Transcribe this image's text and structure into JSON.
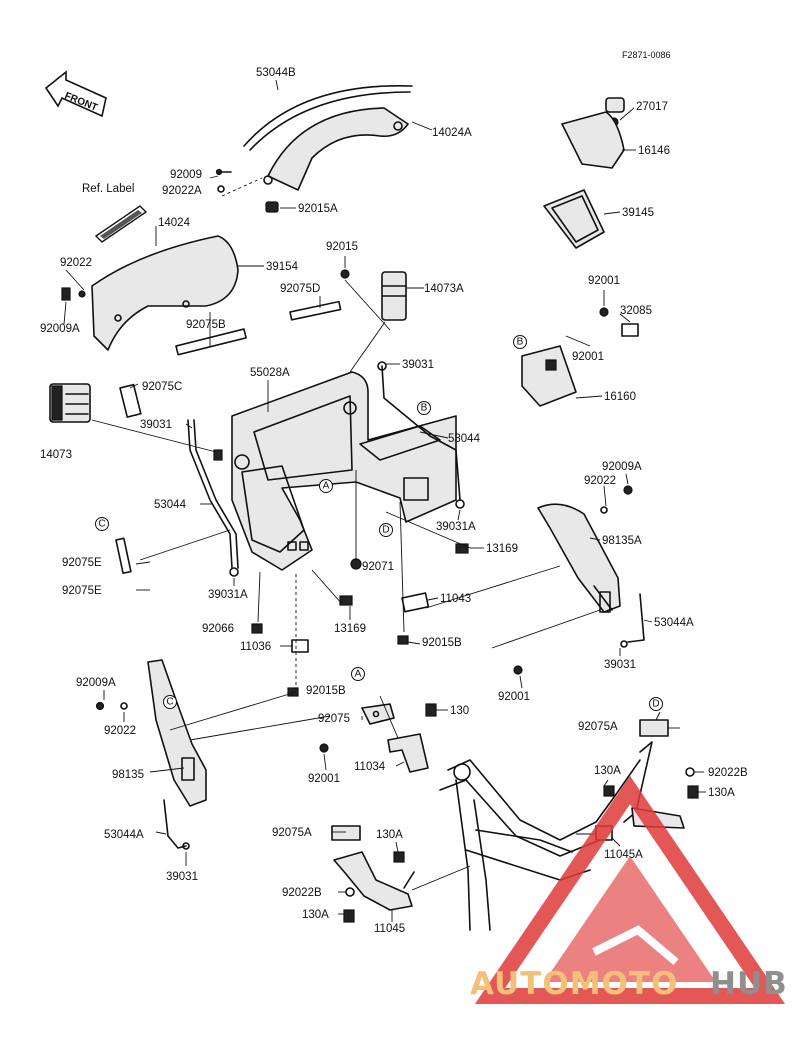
{
  "figure_code": "F2871-0086",
  "front_arrow": "FRONT",
  "ref_label": "Ref. Label",
  "watermark": {
    "part1": "AUTOMOTO",
    "part2": "HUB",
    "color1": "#f3c07a",
    "color2": "#8f8f8f",
    "triangle_color": "#e03a3a"
  },
  "callouts": {
    "c53044B": "53044B",
    "c14024A": "14024A",
    "c92009": "92009",
    "c92022A": "92022A",
    "c92015A": "92015A",
    "c14024": "14024",
    "c92022_top": "92022",
    "c39154": "39154",
    "c92009A_left": "92009A",
    "c92075B": "92075B",
    "c92075C": "92075C",
    "c92015": "92015",
    "c92075D": "92075D",
    "c14073A": "14073A",
    "c55028A": "55028A",
    "c39031_top": "39031",
    "c39031_left": "39031",
    "c53044_right": "53044",
    "c14073": "14073",
    "c53044_left": "53044",
    "c39031A_right": "39031A",
    "c13169_right": "13169",
    "c92071": "92071",
    "c92075E_1": "92075E",
    "c92075E_2": "92075E",
    "c39031A_left": "39031A",
    "c92066": "92066",
    "c13169_mid": "13169",
    "c11036": "11036",
    "c11043": "11043",
    "c92015B": "92015B",
    "c92015B_2": "92015B",
    "c27017": "27017",
    "c16146": "16146",
    "c39145": "39145",
    "c92001_top": "92001",
    "c32085": "32085",
    "c92001_mid": "92001",
    "c16160": "16160",
    "c92009A_right": "92009A",
    "c92022_right": "92022",
    "c98135A": "98135A",
    "c53044A_right": "53044A",
    "c39031_right": "39031",
    "c92001_right": "92001",
    "c92009A_low": "92009A",
    "c92022_low": "92022",
    "c98135": "98135",
    "c92001_low": "92001",
    "c53044A_left": "53044A",
    "c39031_low": "39031",
    "c92075": "92075",
    "c130": "130",
    "c11034": "11034",
    "c92075A_right": "92075A",
    "c130A_right": "130A",
    "c92022B_right": "92022B",
    "c130A_right2": "130A",
    "c11045A": "11045A",
    "c92075A_low": "92075A",
    "c130A_low": "130A",
    "c92022B_low": "92022B",
    "c130A_low2": "130A",
    "c11045": "11045"
  },
  "refs": {
    "A": "A",
    "B": "B",
    "C": "C",
    "D": "D"
  }
}
